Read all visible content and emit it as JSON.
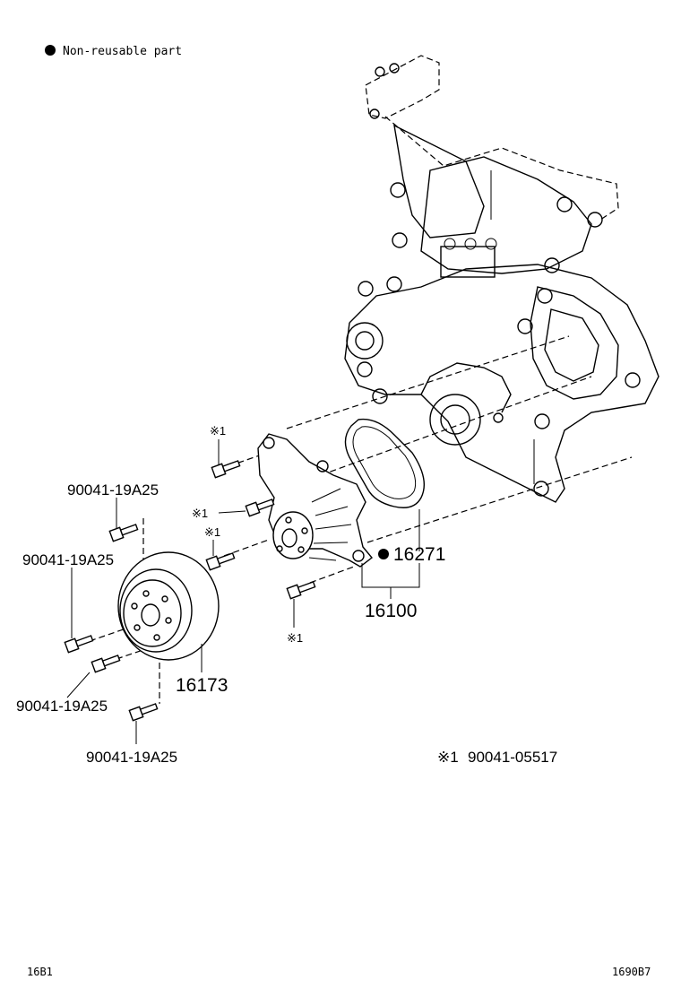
{
  "legend": {
    "text": "Non-reusable part"
  },
  "labels": {
    "bolt_ul": "90041-19A25",
    "bolt_ml": "90041-19A25",
    "bolt_ll": "90041-19A25",
    "bolt_b": "90041-19A25",
    "pulley": "16173",
    "gasket": "16271",
    "pump": "16100",
    "mark_a": "※1",
    "mark_b": "※1",
    "mark_c": "※1",
    "mark_d": "※1"
  },
  "note": {
    "mark": "※1",
    "part": "90041-05517"
  },
  "footer": {
    "left": "16B1",
    "right": "1690B7"
  }
}
